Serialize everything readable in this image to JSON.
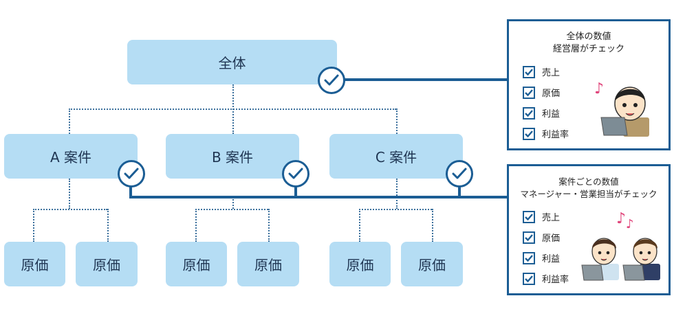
{
  "root": {
    "label": "全体"
  },
  "projects": [
    {
      "label": "A 案件",
      "leaves": [
        "原価",
        "原価"
      ]
    },
    {
      "label": "B 案件",
      "leaves": [
        "原価",
        "原価"
      ]
    },
    {
      "label": "C 案件",
      "leaves": [
        "原価",
        "原価"
      ]
    }
  ],
  "panel_top": {
    "title_line1": "全体の数値",
    "title_line2": "経営層がチェック",
    "items": [
      "売上",
      "原価",
      "利益",
      "利益率"
    ]
  },
  "panel_bottom": {
    "title_line1": "案件ごとの数値",
    "title_line2": "マネージャー・営業担当がチェック",
    "items": [
      "売上",
      "原価",
      "利益",
      "利益率"
    ]
  },
  "colors": {
    "node": "#b5ddf4",
    "line": "#1b5d94",
    "note": "#e0457b"
  },
  "icons": [
    "check-circle-icon",
    "checkbox-icon",
    "music-note-icon",
    "person-laptop-icon"
  ]
}
